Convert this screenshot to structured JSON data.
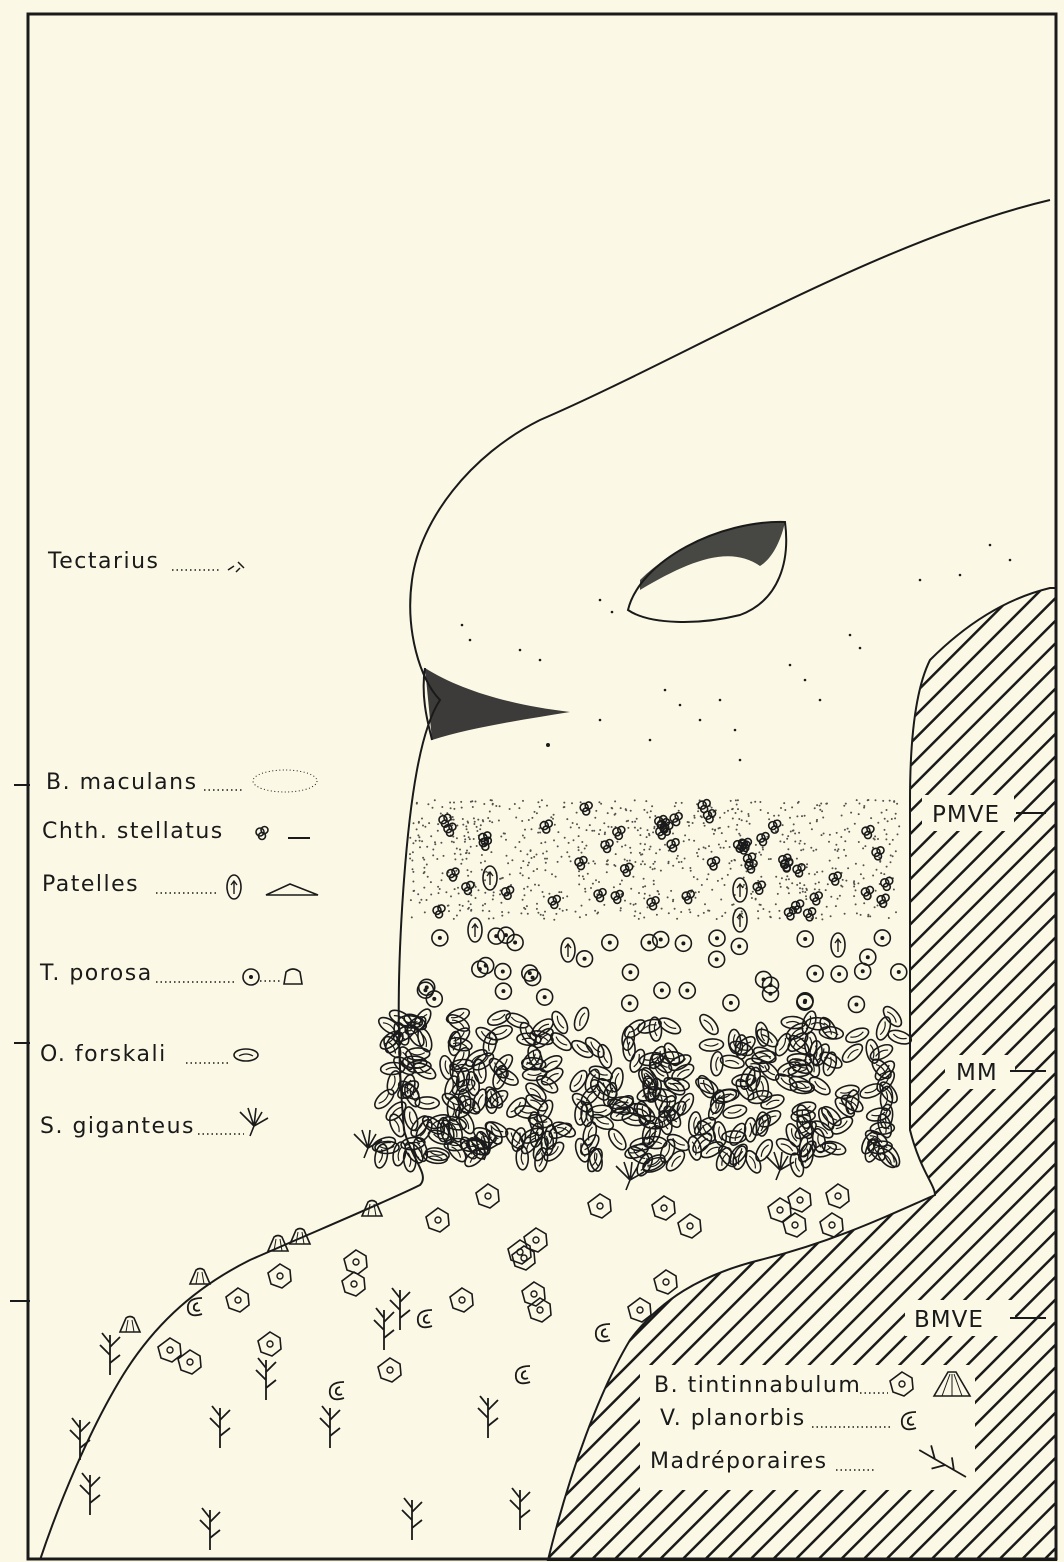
{
  "species_labels": {
    "tectarius": "Tectarius",
    "b_maculans": "B. maculans",
    "chth_stellatus": "Chth. stellatus",
    "patelles": "Patelles",
    "t_porosa": "T. porosa",
    "o_forskali": "O. forskali",
    "s_giganteus": "S. giganteus"
  },
  "level_labels": {
    "pmve": "PMVE",
    "mm": "MM",
    "bmve": "BMVE"
  },
  "legend": {
    "b_tintinnabulum": "B. tintinnabulum",
    "v_planorbis": "V. planorbis",
    "madreporaires": "Madréporaires"
  },
  "colors": {
    "paper": "#fbf9e6",
    "ink": "#1a1a1a"
  }
}
